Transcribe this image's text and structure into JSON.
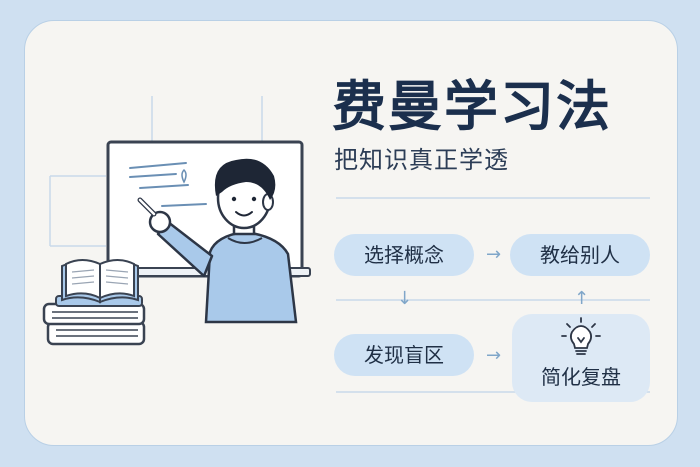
{
  "title": "费曼学习法",
  "subtitle": "把知识真正学透",
  "steps": {
    "choose": "选择概念",
    "teach": "教给别人",
    "gaps": "发现盲区",
    "simplify": "简化复盘"
  },
  "arrows": {
    "right": "→",
    "down": "↓",
    "up": "↑"
  },
  "colors": {
    "accent": "#cfe2f4",
    "title": "#1b2f4d",
    "background": "#cfe0f1"
  }
}
